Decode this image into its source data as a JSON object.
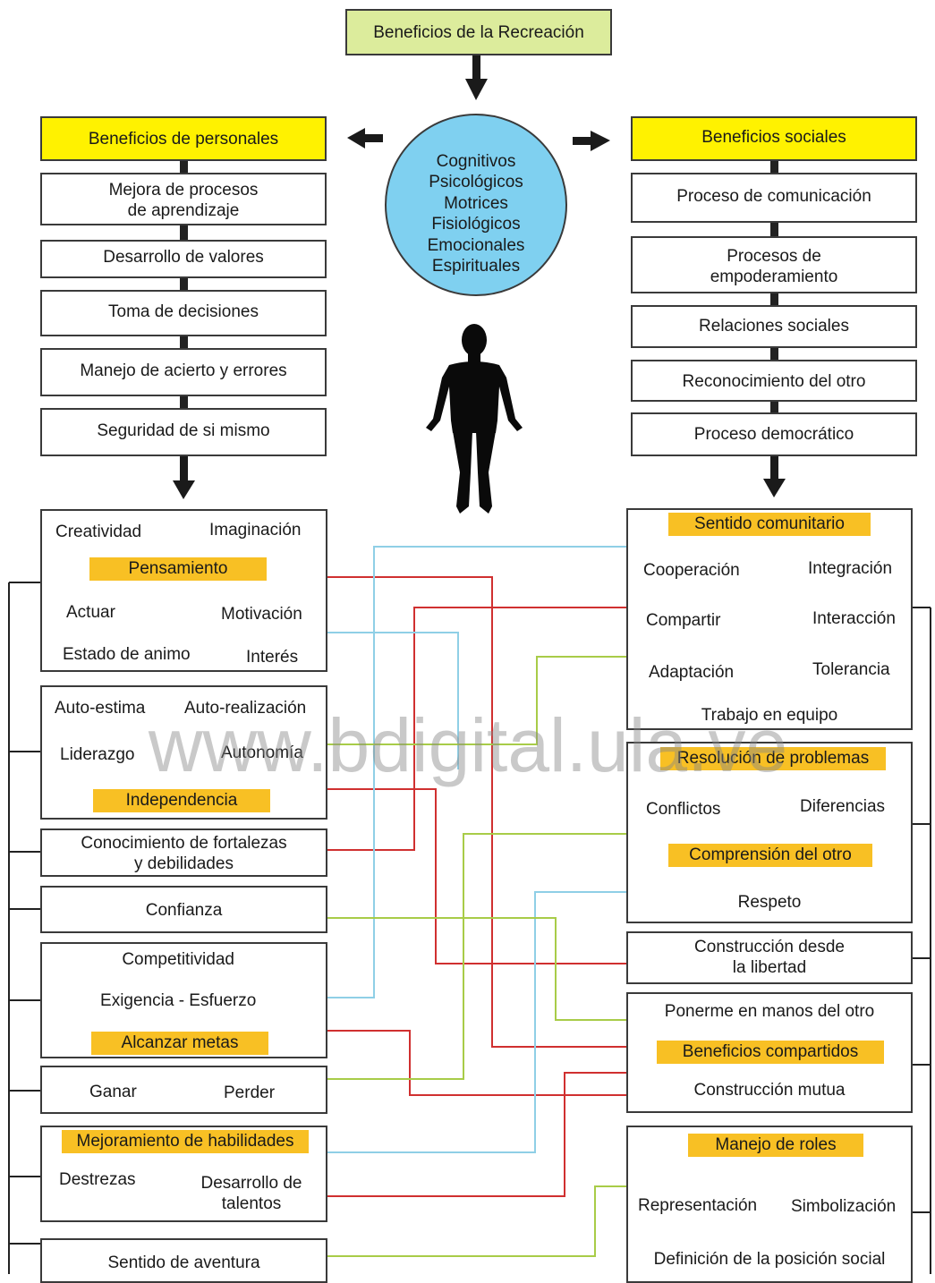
{
  "title": "Beneficios de la Recreación",
  "center": {
    "lines": [
      "Cognitivos",
      "Psicológicos",
      "Motrices",
      "Fisiológicos",
      "Emocionales",
      "Espirituales"
    ],
    "figure_icon": "human-silhouette-icon"
  },
  "personal": {
    "heading": "Beneficios de personales",
    "items": [
      "Mejora de procesos\nde aprendizaje",
      "Desarrollo de valores",
      "Toma de decisiones",
      "Manejo de acierto y errores",
      "Seguridad de si mismo"
    ]
  },
  "social": {
    "heading": "Beneficios sociales",
    "items": [
      "Proceso de comunicación",
      "Procesos de\nempoderamiento",
      "Relaciones sociales",
      "Reconocimiento del otro",
      "Proceso democrático"
    ]
  },
  "left_groups": {
    "pensamiento": {
      "creatividad": "Creatividad",
      "imaginacion": "Imaginación",
      "highlight": "Pensamiento",
      "actuar": "Actuar",
      "motivacion": "Motivación",
      "estado": "Estado de animo",
      "interes": "Interés"
    },
    "independencia": {
      "autoestima": "Auto-estima",
      "autorealizacion": "Auto-realización",
      "liderazgo": "Liderazgo",
      "autonomia": "Autonomía",
      "highlight": "Independencia"
    },
    "conocimiento": "Conocimiento de fortalezas\ny debilidades",
    "confianza": "Confianza",
    "metas": {
      "competitividad": "Competitividad",
      "exigencia": "Exigencia - Esfuerzo",
      "highlight": "Alcanzar metas"
    },
    "ganar": {
      "ganar": "Ganar",
      "perder": "Perder"
    },
    "habilidades": {
      "highlight": "Mejoramiento de habilidades",
      "destrezas": "Destrezas",
      "talentos": "Desarrollo de\ntalentos"
    },
    "aventura": "Sentido de aventura"
  },
  "right_groups": {
    "comunitario": {
      "highlight": "Sentido  comunitario",
      "cooperacion": "Cooperación",
      "integracion": "Integración",
      "compartir": "Compartir",
      "interaccion": "Interacción",
      "adaptacion": "Adaptación",
      "tolerancia": "Tolerancia",
      "trabajo": "Trabajo en equipo"
    },
    "problemas": {
      "highlight": "Resolución de problemas",
      "conflictos": "Conflictos",
      "diferencias": "Diferencias",
      "highlight2": "Comprensión  del otro",
      "respeto": "Respeto"
    },
    "libertad": "Construcción desde\nla libertad",
    "compartidos": {
      "ponerme": "Ponerme en manos del otro",
      "highlight": "Beneficios compartidos",
      "mutua": "Construcción mutua"
    },
    "roles": {
      "highlight": "Manejo de roles",
      "representacion": "Representación",
      "simbolizacion": "Simbolización",
      "definicion": "Definición de la posición social"
    }
  },
  "watermark": "www.bdigital.ula.ve",
  "colors": {
    "header_yellow": "#fff200",
    "highlight_orange": "#f8c024",
    "title_green": "#dcec9c",
    "circle_blue": "#7fd0f0",
    "line_red": "#d03030",
    "line_blue": "#8fcfe6",
    "line_green": "#a8cc48"
  }
}
